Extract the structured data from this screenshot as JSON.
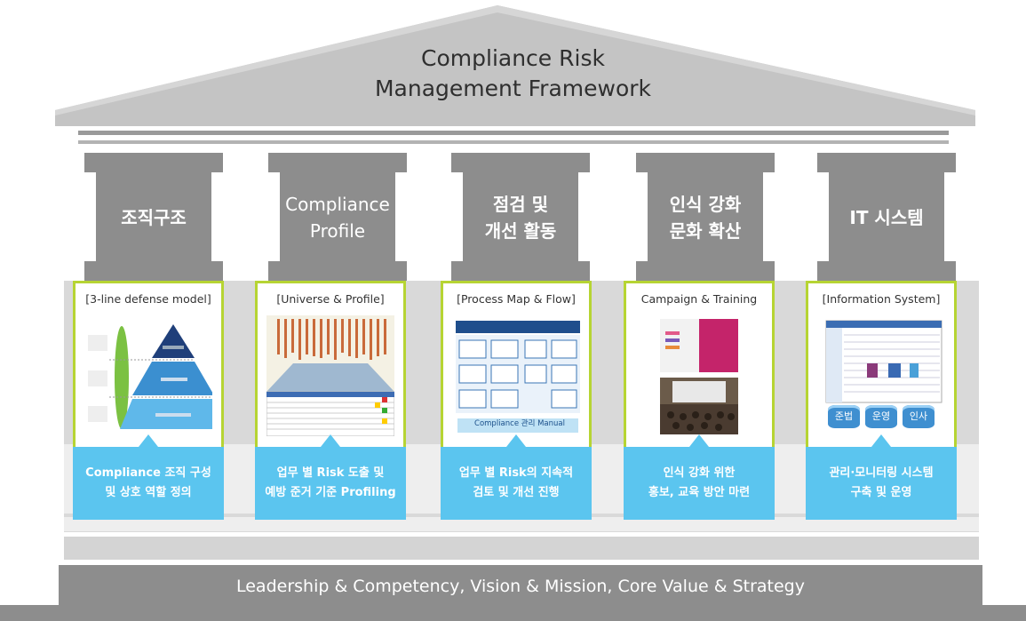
{
  "roof": {
    "title_line1": "Compliance Risk",
    "title_line2": "Management Framework"
  },
  "pillars": [
    {
      "label": "조직구조"
    },
    {
      "label": "Compliance\nProfile"
    },
    {
      "label": "점검 및\n개선 활동"
    },
    {
      "label": "인식 강화\n문화 확산"
    },
    {
      "label": "IT 시스템"
    }
  ],
  "panels": [
    {
      "title": "[3-line defense model]"
    },
    {
      "title": "[Universe & Profile]"
    },
    {
      "title": "[Process Map & Flow]",
      "manual_label": "Compliance 관리 Manual"
    },
    {
      "title": "Campaign & Training"
    },
    {
      "title": "[Information System]",
      "db_labels": [
        "준법",
        "운영",
        "인사"
      ]
    }
  ],
  "descriptions": [
    "Compliance 조직 구성\n및 상호 역할 정의",
    "업무 별 Risk 도출 및\n예방 준거 기준 Profiling",
    "업무 별 Risk의 지속적\n검토 및 개선 진행",
    "인식 강화 위한\n홍보, 교육 방안 마련",
    "관리·모니터링 시스템\n구축 및 운영"
  ],
  "foundation": {
    "text": "Leadership & Competency, Vision & Mission, Core Value & Strategy"
  },
  "colors": {
    "pillar": "#8d8d8d",
    "roof": "#c0c0c0",
    "panel_border": "#b6d433",
    "desc_box": "#5bc5ef"
  }
}
